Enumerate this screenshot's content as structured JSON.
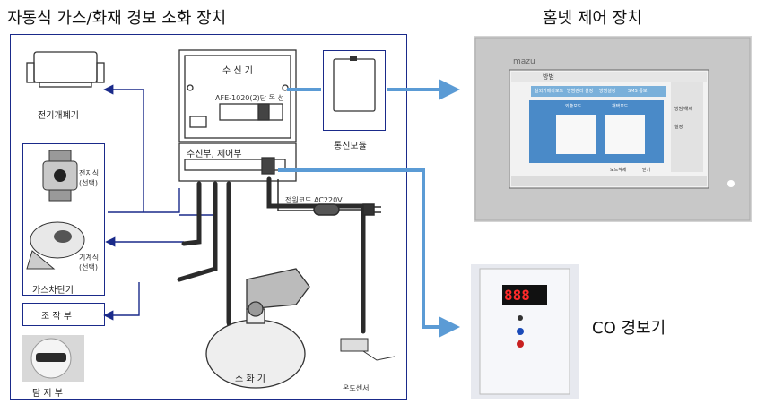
{
  "titles": {
    "main": "자동식 가스/화재 경보 소화 장치",
    "home": "홈넷 제어 장치",
    "co": "CO 경보기"
  },
  "labels": {
    "breaker": "전기개폐기",
    "valve_battery": "전지식\n(선택)",
    "valve_mech": "기계식\n(선택)",
    "gas_shutoff": "가스차단기",
    "control": "조 작 부",
    "sensor": "탐 지 부",
    "receiver": "수 신 기",
    "model": "AFE-1020(2)단 독 선",
    "comm_module": "통신모듈",
    "recv_ctrl": "수신부, 제어부",
    "power_cord": "전원코드 AC220V",
    "extinguisher": "소 화 기",
    "temp_sensor": "온도센서"
  },
  "panel": {
    "brand": "mazu",
    "menu": "방범",
    "tabs": [
      "실외카메라모드",
      "방범관리 설정",
      "방범설정",
      "SMS 통보"
    ],
    "buttons": [
      "외출모드",
      "재택모드"
    ],
    "side_items": [
      "방범/해제",
      "설정"
    ],
    "bottom": [
      "모드삭제",
      "닫기"
    ]
  },
  "co_display": "888",
  "colors": {
    "frame": "#1a2a8a",
    "arrow": "#5b9bd5",
    "cable": "#2b2b2b"
  }
}
